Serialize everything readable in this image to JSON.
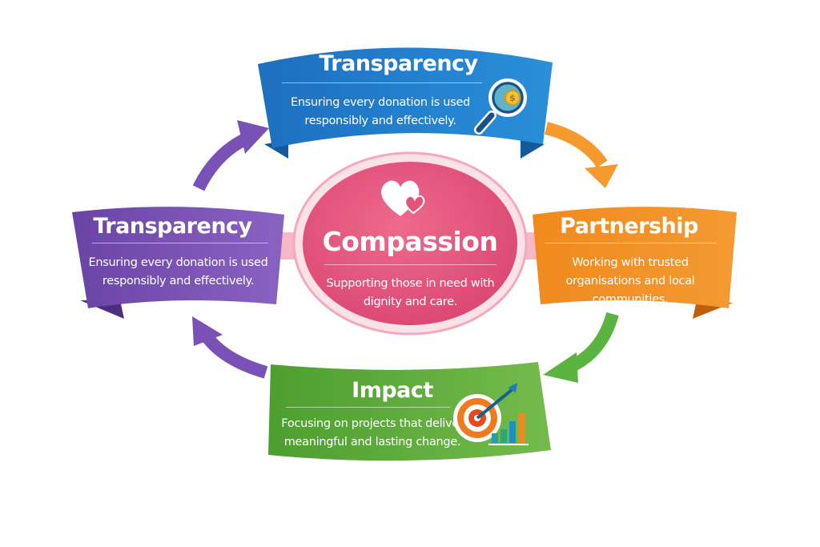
{
  "center": {
    "title": "Compassion",
    "description": "Supporting those in need with dignity and care.",
    "icon": "heart-icon"
  },
  "cards": [
    {
      "id": "top",
      "title": "Transparency",
      "description": "Ensuring every donation is used responsibly and effectively.",
      "icon": "magnifier-coin-icon",
      "color": "#1f7fcf"
    },
    {
      "id": "right",
      "title": "Partnership",
      "description": "Working with trusted organisations and local communities.",
      "color": "#f07f1e"
    },
    {
      "id": "bottom",
      "title": "Impact",
      "description": "Focusing on projects that deliver meaningful and lasting change.",
      "icon": "target-chart-icon",
      "color": "#5aa93a"
    },
    {
      "id": "left",
      "title": "Transparency",
      "description": "Ensuring every donation is used responsibly and effectively.",
      "color": "#6e4aa8"
    }
  ],
  "colors": {
    "center": "#e4507a",
    "purple": "#7a52b5",
    "orange": "#f59a2e",
    "green": "#5cb440",
    "blue": "#1f7fcf"
  }
}
